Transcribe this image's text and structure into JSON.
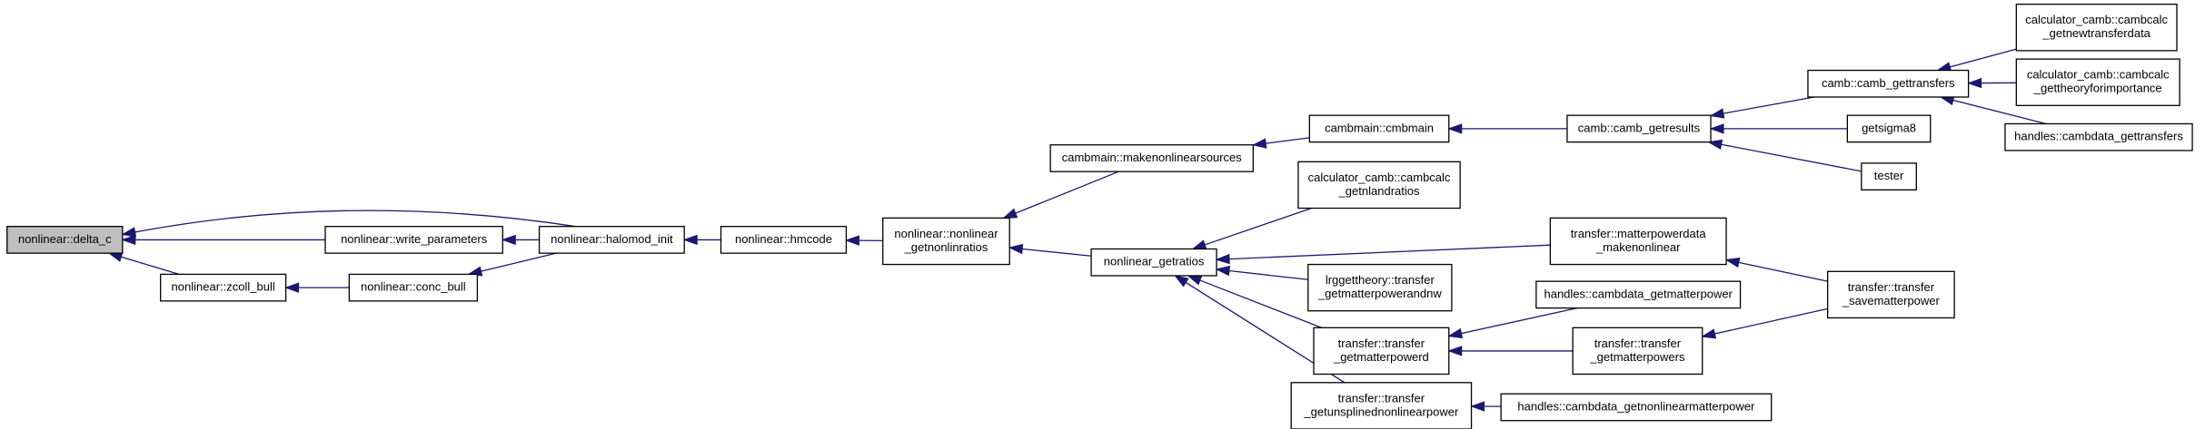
{
  "graph": {
    "nodes": [
      {
        "id": "delta_c",
        "lines": [
          "nonlinear::delta_c"
        ],
        "root": true
      },
      {
        "id": "write_parameters",
        "lines": [
          "nonlinear::write_parameters"
        ]
      },
      {
        "id": "zcoll_bull",
        "lines": [
          "nonlinear::zcoll_bull"
        ]
      },
      {
        "id": "conc_bull",
        "lines": [
          "nonlinear::conc_bull"
        ]
      },
      {
        "id": "halomod_init",
        "lines": [
          "nonlinear::halomod_init"
        ]
      },
      {
        "id": "hmcode",
        "lines": [
          "nonlinear::hmcode"
        ]
      },
      {
        "id": "getnonlinratios",
        "lines": [
          "nonlinear::nonlinear",
          "_getnonlinratios"
        ]
      },
      {
        "id": "makenonlinearsources",
        "lines": [
          "cambmain::makenonlinearsources"
        ]
      },
      {
        "id": "nonlinear_getratios",
        "lines": [
          "nonlinear_getratios"
        ]
      },
      {
        "id": "cmbmain",
        "lines": [
          "cambmain::cmbmain"
        ]
      },
      {
        "id": "getnlandratios",
        "lines": [
          "calculator_camb::cambcalc",
          "_getnlandratios"
        ]
      },
      {
        "id": "lrggettheory",
        "lines": [
          "lrggettheory::transfer",
          "_getmatterpowerandnw"
        ]
      },
      {
        "id": "transfer_getmatterpowerd",
        "lines": [
          "transfer::transfer",
          "_getmatterpowerd"
        ]
      },
      {
        "id": "getunsplinednonlinearpower",
        "lines": [
          "transfer::transfer",
          "_getunsplinednonlinearpower"
        ]
      },
      {
        "id": "camb_getresults",
        "lines": [
          "camb::camb_getresults"
        ]
      },
      {
        "id": "matterpowerdata_makenonlinear",
        "lines": [
          "transfer::matterpowerdata",
          "_makenonlinear"
        ]
      },
      {
        "id": "cambdata_getmatterpower",
        "lines": [
          "handles::cambdata_getmatterpower"
        ]
      },
      {
        "id": "transfer_getmatterpowers",
        "lines": [
          "transfer::transfer",
          "_getmatterpowers"
        ]
      },
      {
        "id": "cambdata_getnonlinearmatterpower",
        "lines": [
          "handles::cambdata_getnonlinearmatterpower"
        ]
      },
      {
        "id": "camb_gettransfers",
        "lines": [
          "camb::camb_gettransfers"
        ]
      },
      {
        "id": "getsigma8",
        "lines": [
          "getsigma8"
        ]
      },
      {
        "id": "tester",
        "lines": [
          "tester"
        ]
      },
      {
        "id": "savematterpower",
        "lines": [
          "transfer::transfer",
          "_savematterpower"
        ]
      },
      {
        "id": "getnewtransferdata",
        "lines": [
          "calculator_camb::cambcalc",
          "_getnewtransferdata"
        ]
      },
      {
        "id": "gettheoryforimportance",
        "lines": [
          "calculator_camb::cambcalc",
          "_gettheoryforimportance"
        ]
      },
      {
        "id": "cambdata_gettransfers",
        "lines": [
          "handles::cambdata_gettransfers"
        ]
      }
    ],
    "edges": [
      {
        "from": "write_parameters",
        "to": "delta_c"
      },
      {
        "from": "zcoll_bull",
        "to": "delta_c"
      },
      {
        "from": "halomod_init",
        "to": "delta_c"
      },
      {
        "from": "halomod_init",
        "to": "write_parameters"
      },
      {
        "from": "conc_bull",
        "to": "zcoll_bull"
      },
      {
        "from": "halomod_init",
        "to": "conc_bull"
      },
      {
        "from": "hmcode",
        "to": "halomod_init"
      },
      {
        "from": "getnonlinratios",
        "to": "hmcode"
      },
      {
        "from": "makenonlinearsources",
        "to": "getnonlinratios"
      },
      {
        "from": "nonlinear_getratios",
        "to": "getnonlinratios"
      },
      {
        "from": "cmbmain",
        "to": "makenonlinearsources"
      },
      {
        "from": "getnlandratios",
        "to": "nonlinear_getratios"
      },
      {
        "from": "matterpowerdata_makenonlinear",
        "to": "nonlinear_getratios"
      },
      {
        "from": "lrggettheory",
        "to": "nonlinear_getratios"
      },
      {
        "from": "transfer_getmatterpowerd",
        "to": "nonlinear_getratios"
      },
      {
        "from": "getunsplinednonlinearpower",
        "to": "nonlinear_getratios"
      },
      {
        "from": "camb_getresults",
        "to": "cmbmain"
      },
      {
        "from": "camb_gettransfers",
        "to": "camb_getresults"
      },
      {
        "from": "getsigma8",
        "to": "camb_getresults"
      },
      {
        "from": "tester",
        "to": "camb_getresults"
      },
      {
        "from": "getnewtransferdata",
        "to": "camb_gettransfers"
      },
      {
        "from": "gettheoryforimportance",
        "to": "camb_gettransfers"
      },
      {
        "from": "cambdata_gettransfers",
        "to": "camb_gettransfers"
      },
      {
        "from": "savematterpower",
        "to": "matterpowerdata_makenonlinear"
      },
      {
        "from": "cambdata_getmatterpower",
        "to": "transfer_getmatterpowerd"
      },
      {
        "from": "transfer_getmatterpowers",
        "to": "transfer_getmatterpowerd"
      },
      {
        "from": "savematterpower",
        "to": "transfer_getmatterpowers"
      },
      {
        "from": "cambdata_getnonlinearmatterpower",
        "to": "getunsplinednonlinearpower"
      }
    ]
  }
}
